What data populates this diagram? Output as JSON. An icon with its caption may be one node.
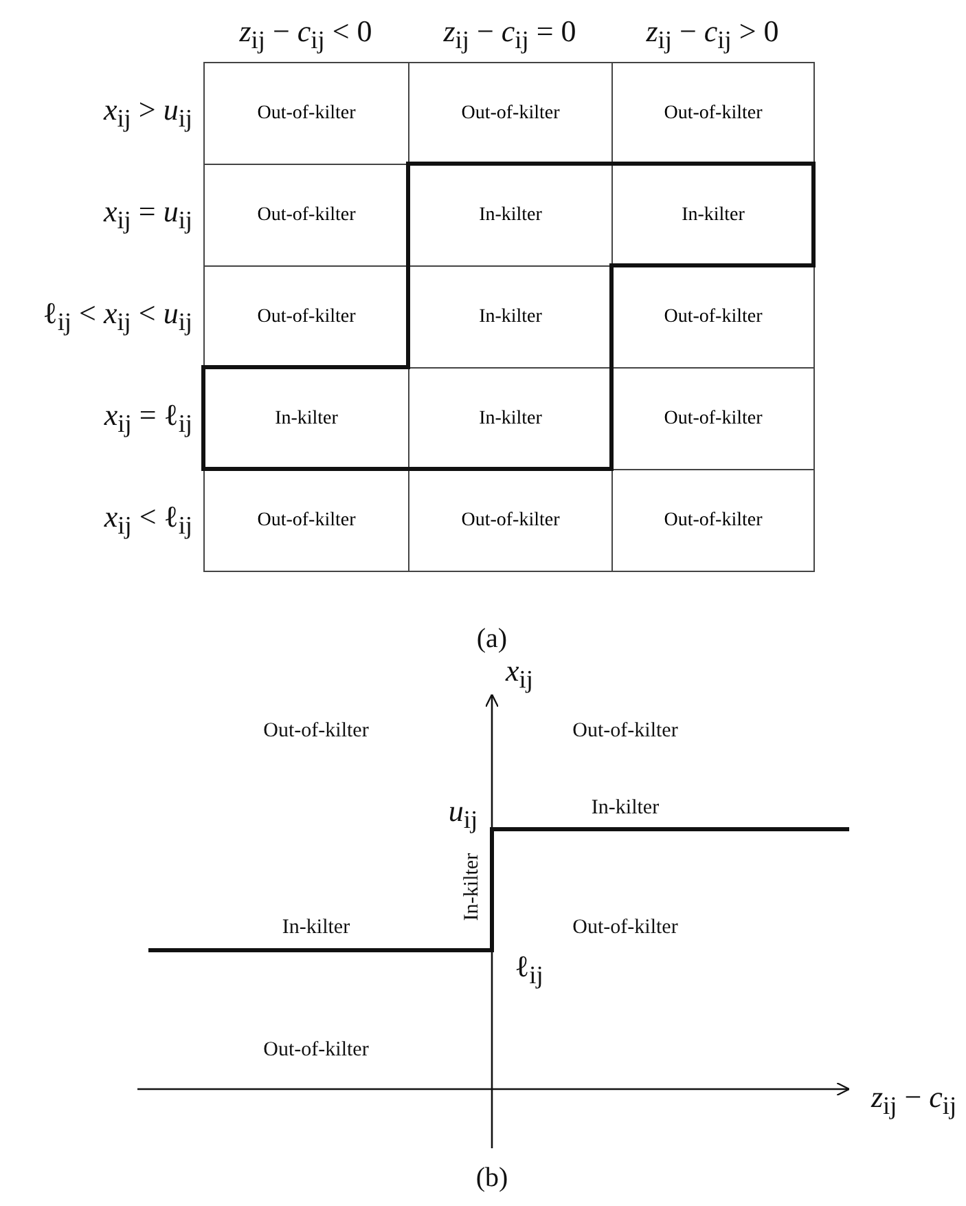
{
  "diagram": {
    "labels": [
      "*z*$_{ij}$ − *c*$_{ij}$ < 0",
      "*z*$_{ij}$ − *c*$_{ij}$ = 0",
      "*z*$_{ij}$ − *c*$_{ij}$ > 0",
      "*x*$_{ij}$ > *u*$_{ij}$",
      "Out-of-kilter",
      "Out-of-kilter",
      "Out-of-kilter",
      "*x*$_{ij}$ = *u*$_{ij}$",
      "Out-of-kilter",
      "In-kilter",
      "In-kilter",
      "ℓ$_{ij}$ < *x*$_{ij}$ < *u*$_{ij}$",
      "Out-of-kilter",
      "In-kilter",
      "Out-of-kilter",
      "*x*$_{ij}$ = ℓ$_{ij}$",
      "In-kilter",
      "In-kilter",
      "Out-of-kilter",
      "*x*$_{ij}$ < ℓ$_{ij}$",
      "Out-of-kilter",
      "Out-of-kilter",
      "Out-of-kilter",
      "(a)",
      "*x*$_{ij}$",
      "Out-of-kilter",
      "Out-of-kilter",
      "*u*$_{ij}$",
      "In-kilter",
      "In-kilter",
      "In-kilter",
      "Out-of-kilter",
      "ℓ$_{ij}$",
      "Out-of-kilter",
      "*z*$_{ij}$ − *c*$_{ij}$",
      "(b)"
    ]
  }
}
